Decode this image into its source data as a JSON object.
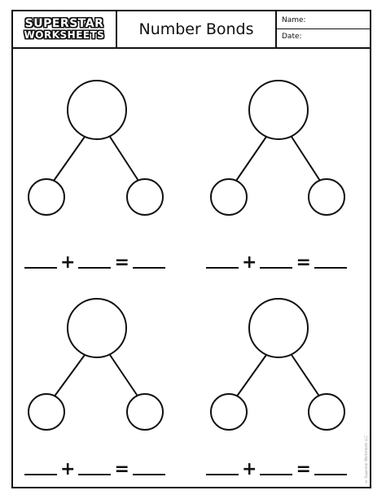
{
  "header": {
    "logo_line1": "SUPERSTAR",
    "logo_line2": "WORKSHEETS",
    "title": "Number Bonds",
    "name_label": "Name:",
    "date_label": "Date:"
  },
  "bonds": [
    {
      "plus": "+",
      "equals": "="
    },
    {
      "plus": "+",
      "equals": "="
    },
    {
      "plus": "+",
      "equals": "="
    },
    {
      "plus": "+",
      "equals": "="
    }
  ],
  "footer": {
    "copyright": "© Superstar Worksheets LLC"
  }
}
